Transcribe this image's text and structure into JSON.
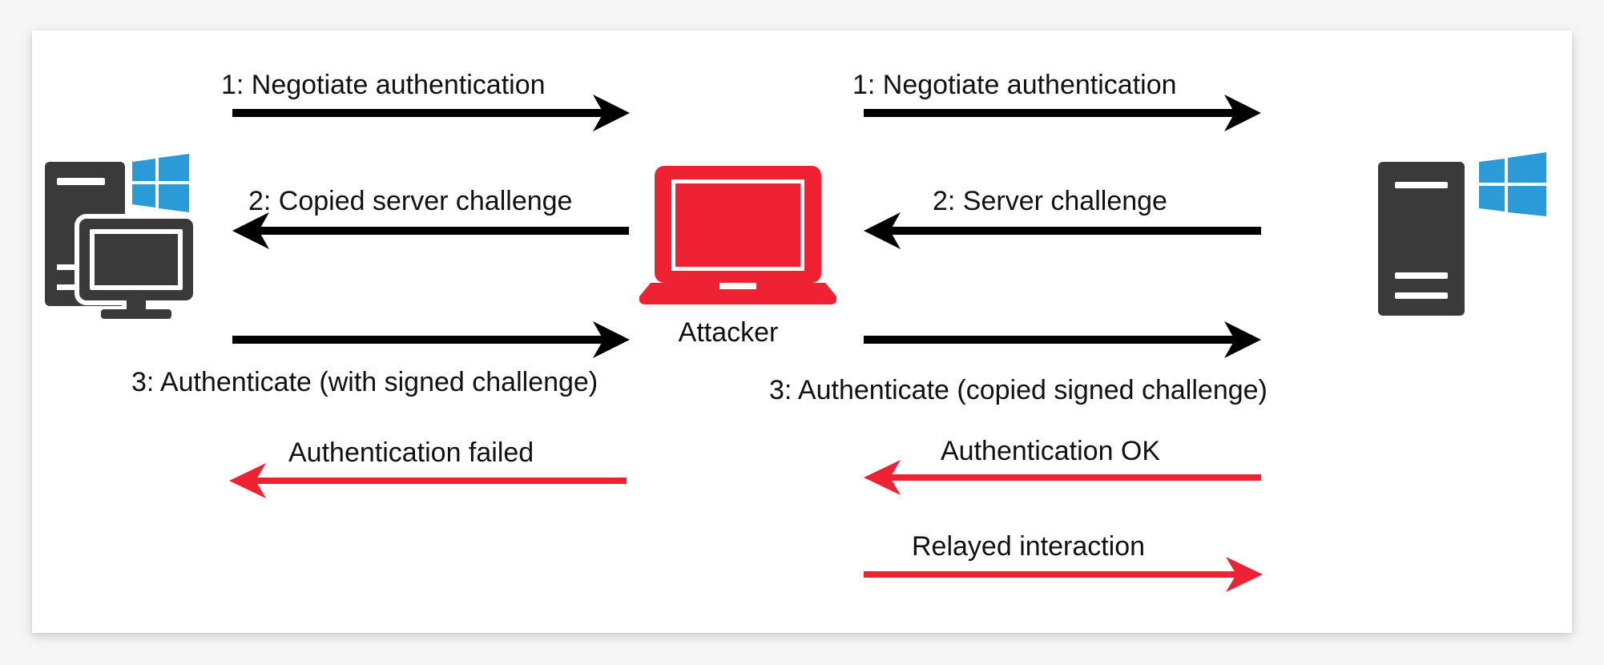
{
  "colors": {
    "black_arrow": "#000000",
    "red_arrow": "#ee2233",
    "device_gray": "#3a3a3a",
    "windows_blue": "#2b9bd8",
    "attacker_red": "#ee2233"
  },
  "nodes": {
    "client": {
      "icon": "windows-client-computer-icon"
    },
    "attacker": {
      "icon": "laptop-icon",
      "label": "Attacker"
    },
    "server": {
      "icon": "windows-server-icon"
    }
  },
  "left_flow": {
    "negotiate": "1: Negotiate authentication",
    "challenge": "2: Copied server challenge",
    "authenticate": "3: Authenticate (with signed challenge)",
    "result": "Authentication failed"
  },
  "right_flow": {
    "negotiate": "1: Negotiate authentication",
    "challenge": "2: Server challenge",
    "authenticate": "3: Authenticate (copied signed challenge)",
    "result": "Authentication OK",
    "relay": "Relayed interaction"
  }
}
